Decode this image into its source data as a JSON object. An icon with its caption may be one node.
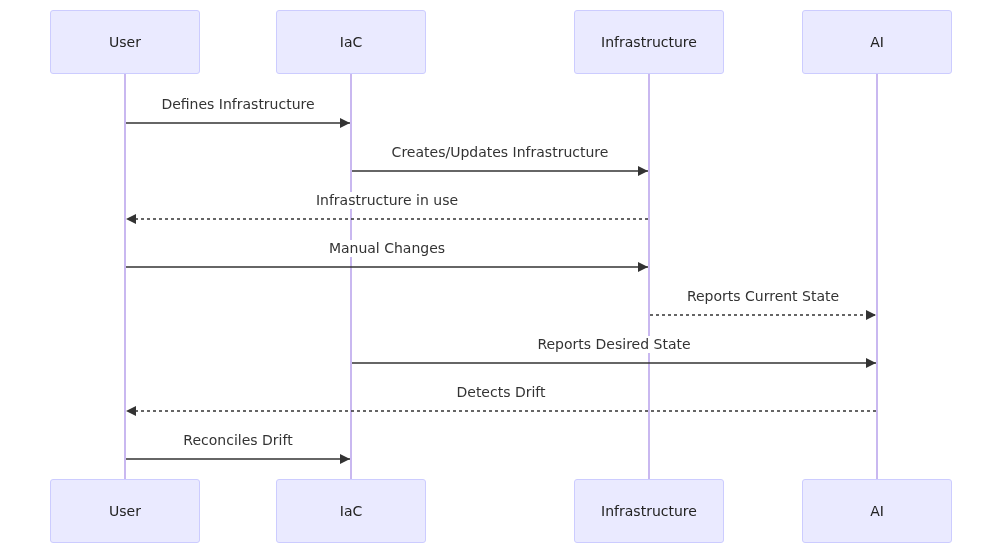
{
  "diagram": {
    "nodes": [
      {
        "text": [
          "User"
        ]
      },
      {
        "text": [
          "IaC"
        ]
      },
      {
        "text": [
          "Infrastructure"
        ]
      },
      {
        "text": [
          "AI"
        ]
      },
      {
        "text": [],
        "shape": "bar"
      },
      {
        "text": [],
        "shape": "bar"
      },
      {
        "text": [],
        "shape": "bar"
      },
      {
        "text": [],
        "shape": "bar"
      },
      {
        "text": [
          "User"
        ]
      },
      {
        "text": [
          "IaC"
        ]
      },
      {
        "text": [
          "Infrastructure"
        ]
      },
      {
        "text": [
          "AI"
        ]
      }
    ],
    "edges": [
      {
        "from": 4,
        "to": 5,
        "arrow": "to",
        "label": "Defines Infrastructure"
      },
      {
        "from": 5,
        "to": 6,
        "arrow": "to",
        "label": "Creates/Updates Infrastructure"
      },
      {
        "from": 6,
        "to": 4,
        "arrow": "to",
        "label": "Infrastructure in use",
        "style": "dashed"
      },
      {
        "from": 4,
        "to": 6,
        "arrow": "to",
        "label": "Manual Changes"
      },
      {
        "from": 6,
        "to": 7,
        "arrow": "to",
        "label": "Reports Current State",
        "style": "dashed"
      },
      {
        "from": 5,
        "to": 7,
        "arrow": "to",
        "label": "Reports Desired State"
      },
      {
        "from": 7,
        "to": 4,
        "arrow": "to",
        "label": "Detects Drift",
        "style": "dashed"
      },
      {
        "from": 4,
        "to": 5,
        "arrow": "to",
        "label": "Reconciles Drift"
      }
    ]
  }
}
